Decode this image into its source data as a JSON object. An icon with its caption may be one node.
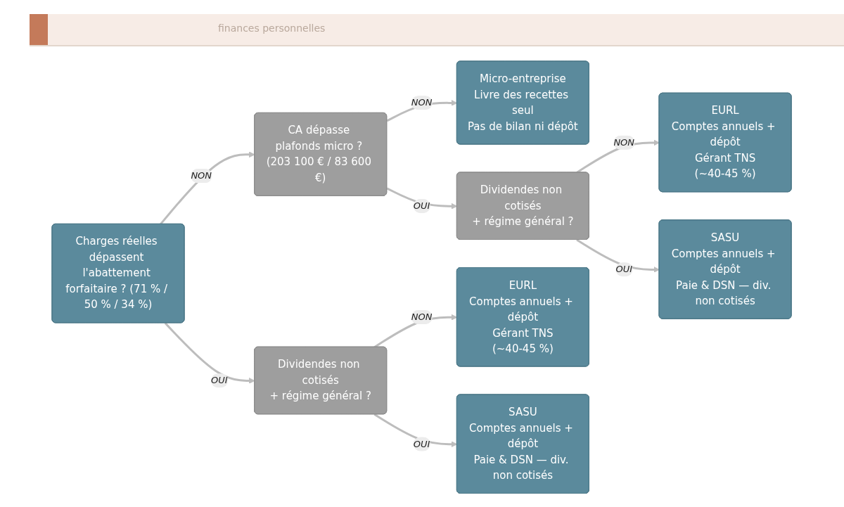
{
  "diagram": {
    "nodes": [
      {
        "text": [
          "Charges réelles dépassent l'abattement forfaitaire ? (71 % / 50 % / 34 %)"
        ]
      },
      {
        "text": [
          "CA dépasse plafonds micro ? (203 100 € / 83 600 €)"
        ]
      },
      {
        "text": [
          "Micro-entreprise",
          "Livre des recettes seul",
          "Pas de bilan ni dépôt"
        ]
      },
      {
        "text": [
          "Dividendes non cotisés",
          "+ régime général ?"
        ]
      },
      {
        "text": [
          "EURL",
          "Comptes annuels + dépôt",
          "Gérant TNS",
          "(~40-45 %)"
        ]
      },
      {
        "text": [
          "SASU",
          "Comptes annuels + dépôt",
          "Paie & DSN — div. non cotisés"
        ]
      },
      {
        "text": [
          "Dividendes non cotisés",
          "+ régime général ?"
        ]
      },
      {
        "text": [
          "EURL",
          "Comptes annuels + dépôt",
          "Gérant TNS",
          "(~40-45 %)"
        ]
      },
      {
        "text": [
          "SASU",
          "Comptes annuels + dépôt",
          "Paie & DSN — div. non cotisés"
        ]
      }
    ],
    "edges": [
      {
        "from": 0,
        "to": 1,
        "arrow": "to",
        "label": "NON"
      },
      {
        "from": 0,
        "to": 6,
        "arrow": "to",
        "label": "OUI"
      },
      {
        "from": 1,
        "to": 2,
        "arrow": "to",
        "label": "NON"
      },
      {
        "from": 1,
        "to": 3,
        "arrow": "to",
        "label": "OUI"
      },
      {
        "from": 3,
        "to": 4,
        "arrow": "to",
        "label": "NON"
      },
      {
        "from": 3,
        "to": 5,
        "arrow": "to",
        "label": "OUI"
      },
      {
        "from": 6,
        "to": 7,
        "arrow": "to",
        "label": "NON"
      },
      {
        "from": 6,
        "to": 8,
        "arrow": "to",
        "label": "OUI"
      }
    ],
    "labels": [
      "finances personnelles"
    ]
  }
}
